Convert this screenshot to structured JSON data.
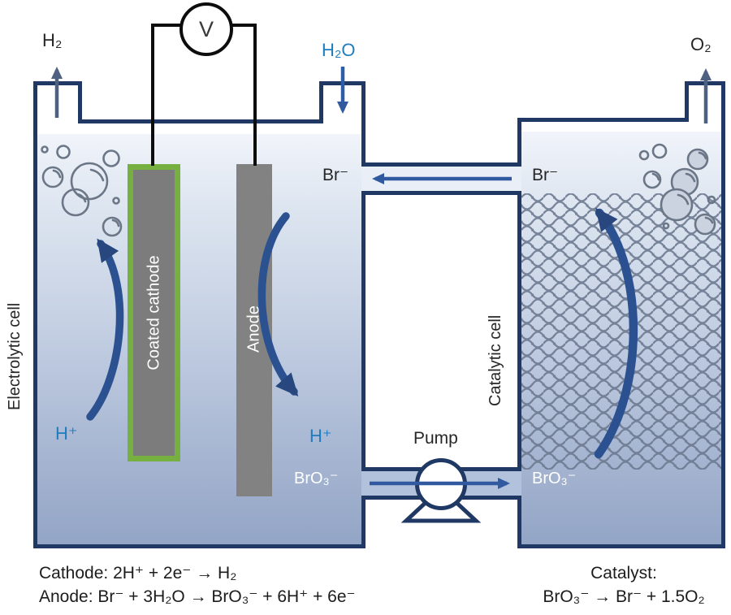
{
  "figure": {
    "type": "process-diagram",
    "description": "Two-cell decoupled electrolysis: electrolytic cell coupled to catalytic cell via bromide/bromate circulation"
  },
  "labels": {
    "h2_gas": "H₂",
    "h2o_feed": "H₂O",
    "o2_gas": "O₂",
    "voltmeter": "V",
    "br_left": "Br⁻",
    "br_right": "Br⁻",
    "h_plus_cathode": "H⁺",
    "h_plus_anode": "H⁺",
    "bro3_left": "BrO₃⁻",
    "bro3_right": "BrO₃⁻",
    "pump": "Pump",
    "electrolytic_cell": "Electrolytic cell",
    "catalytic_cell": "Catalytic cell",
    "coated_cathode": "Coated cathode",
    "anode": "Anode"
  },
  "equations": {
    "cathode": "Cathode: 2H⁺ + 2e⁻ → H₂",
    "anode": "Anode: Br⁻ + 3H₂O → BrO₃⁻ + 6H⁺ + 6e⁻",
    "catalyst_title": "Catalyst:",
    "catalyst": "BrO₃⁻ → Br⁻ + 1.5O₂"
  },
  "colors": {
    "cell_wall": "#1f3864",
    "flow_arrow_blue": "#31599f",
    "water_arrow_blue": "#2e5da8",
    "gas_arrow_slate": "#4f6180",
    "curved_arrow": "#2b5191",
    "cathode_coating_green": "#76b041",
    "electrode_gray": "#7f7f7f",
    "label_blue": "#1f7dbf",
    "pipe_top_fill": "#e9eef7",
    "pipe_bottom_fill": "#b2c2dc",
    "mesh_gray": "#6c7990",
    "bubble_gray": "#6b7687"
  }
}
